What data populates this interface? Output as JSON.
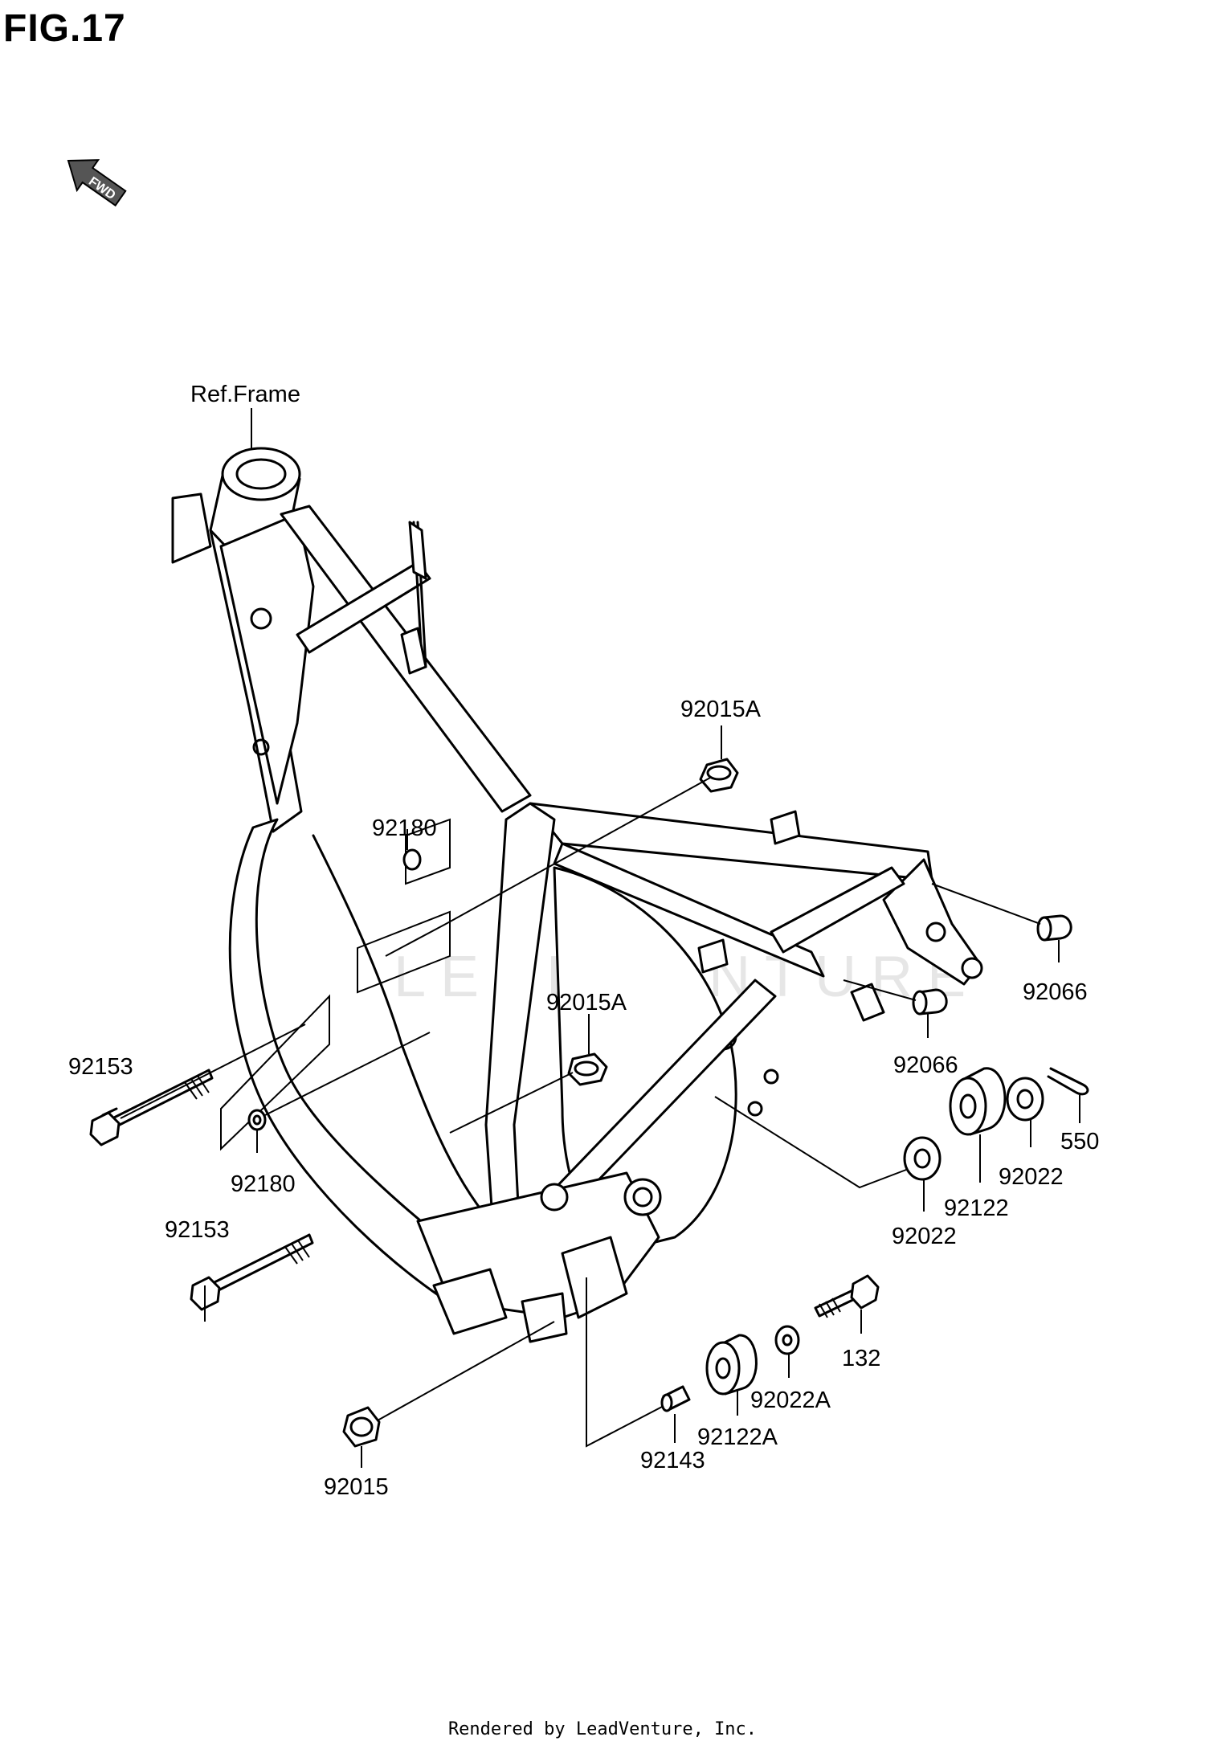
{
  "figure": {
    "title": "FIG.17"
  },
  "direction_icon": {
    "name": "fwd-arrow-icon",
    "label": "FWD"
  },
  "watermark": "LEADVENTURE",
  "callouts": [
    {
      "id": "ref-frame",
      "text": "Ref.Frame"
    },
    {
      "id": "92015A-upper",
      "text": "92015A"
    },
    {
      "id": "92180-upper",
      "text": "92180"
    },
    {
      "id": "92066-right",
      "text": "92066"
    },
    {
      "id": "92066-mid",
      "text": "92066"
    },
    {
      "id": "92015A-mid",
      "text": "92015A"
    },
    {
      "id": "92153-upper",
      "text": "92153"
    },
    {
      "id": "92180-lower",
      "text": "92180"
    },
    {
      "id": "550",
      "text": "550"
    },
    {
      "id": "92022-right",
      "text": "92022"
    },
    {
      "id": "92122",
      "text": "92122"
    },
    {
      "id": "92022-mid",
      "text": "92022"
    },
    {
      "id": "92153-lower",
      "text": "92153"
    },
    {
      "id": "132",
      "text": "132"
    },
    {
      "id": "92022A",
      "text": "92022A"
    },
    {
      "id": "92122A",
      "text": "92122A"
    },
    {
      "id": "92143",
      "text": "92143"
    },
    {
      "id": "92015",
      "text": "92015"
    }
  ],
  "footer": "Rendered by LeadVenture, Inc."
}
